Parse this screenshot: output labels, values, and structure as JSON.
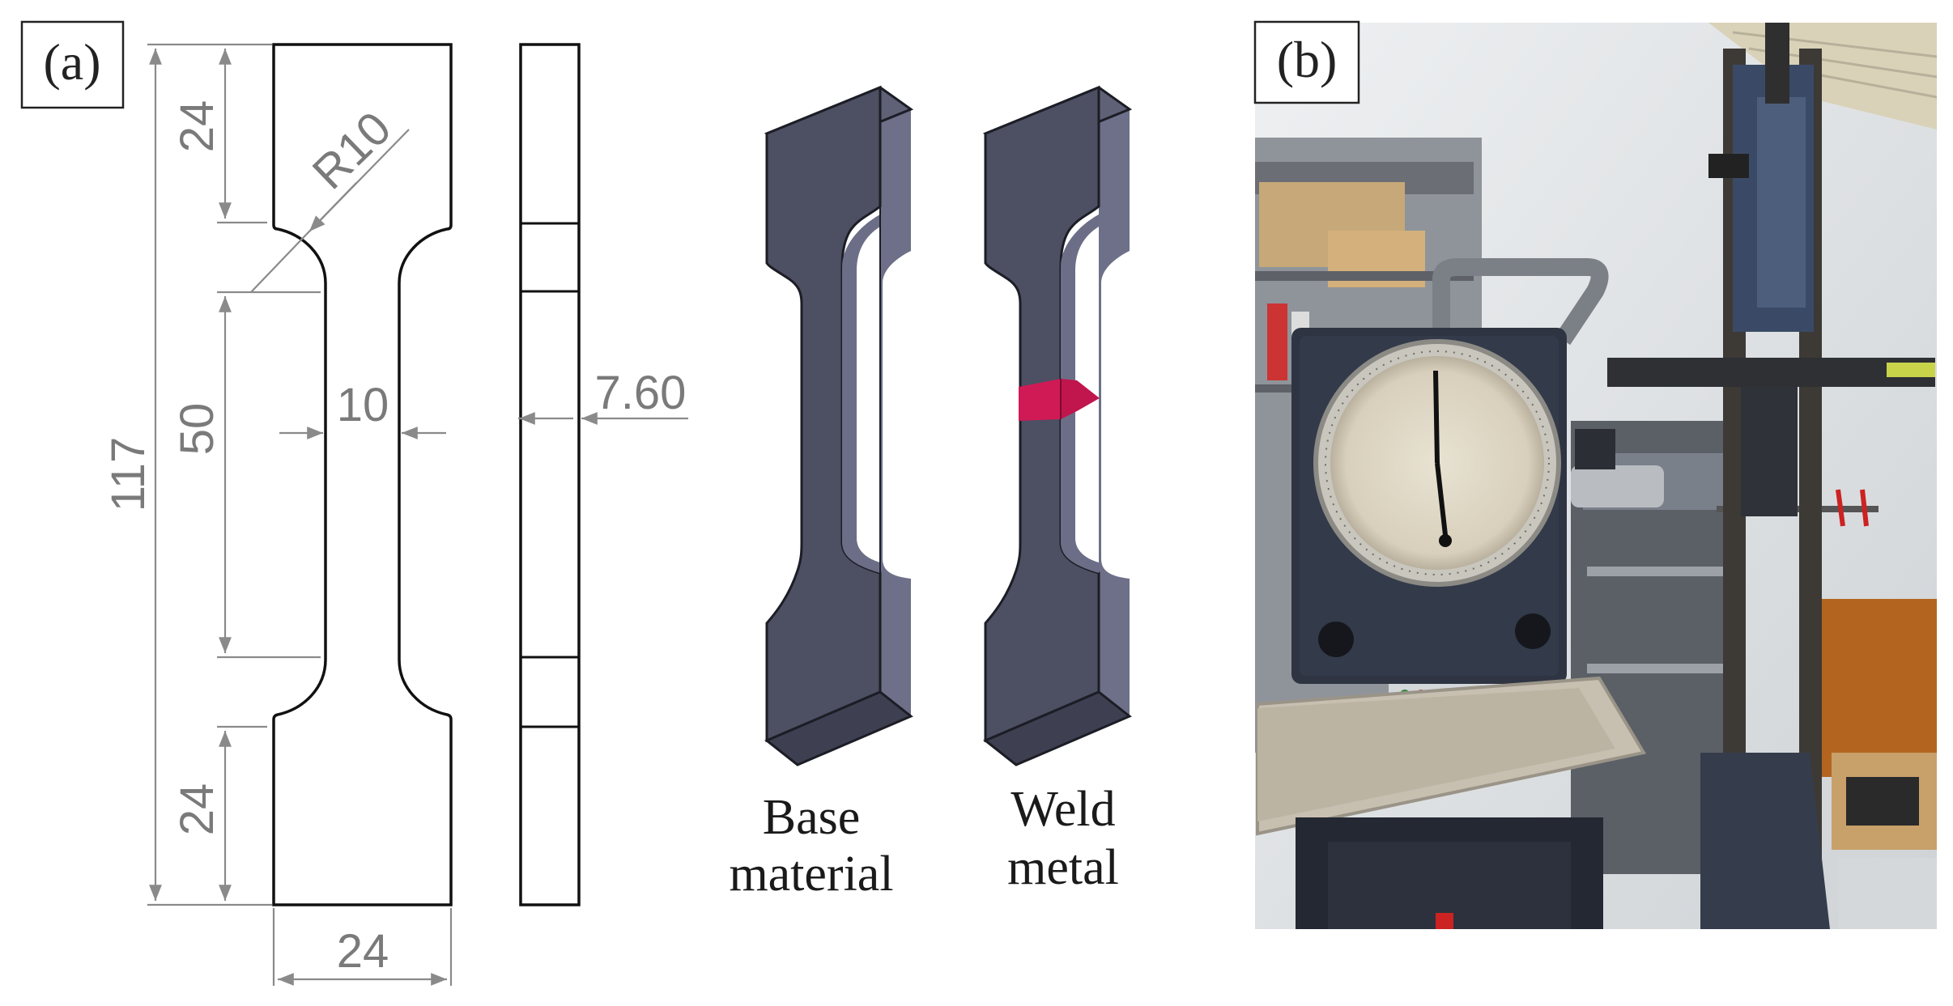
{
  "panel_a": {
    "label": "(a)",
    "dimensions": {
      "overall_length": "117",
      "grip_length_top": "24",
      "grip_length_bottom": "24",
      "gauge_length": "50",
      "gauge_width": "10",
      "thickness": "7.60",
      "radius": "R10",
      "grip_width": "24"
    },
    "specimens": [
      {
        "caption_line1": "Base",
        "caption_line2": "material"
      },
      {
        "caption_line1": "Weld",
        "caption_line2": "metal"
      }
    ],
    "colors": {
      "specimen_body": "#4d4f63",
      "weld_region": "#d01a55"
    }
  },
  "panel_b": {
    "label": "(b)",
    "photo_subject": "tensile-testing-machine"
  }
}
